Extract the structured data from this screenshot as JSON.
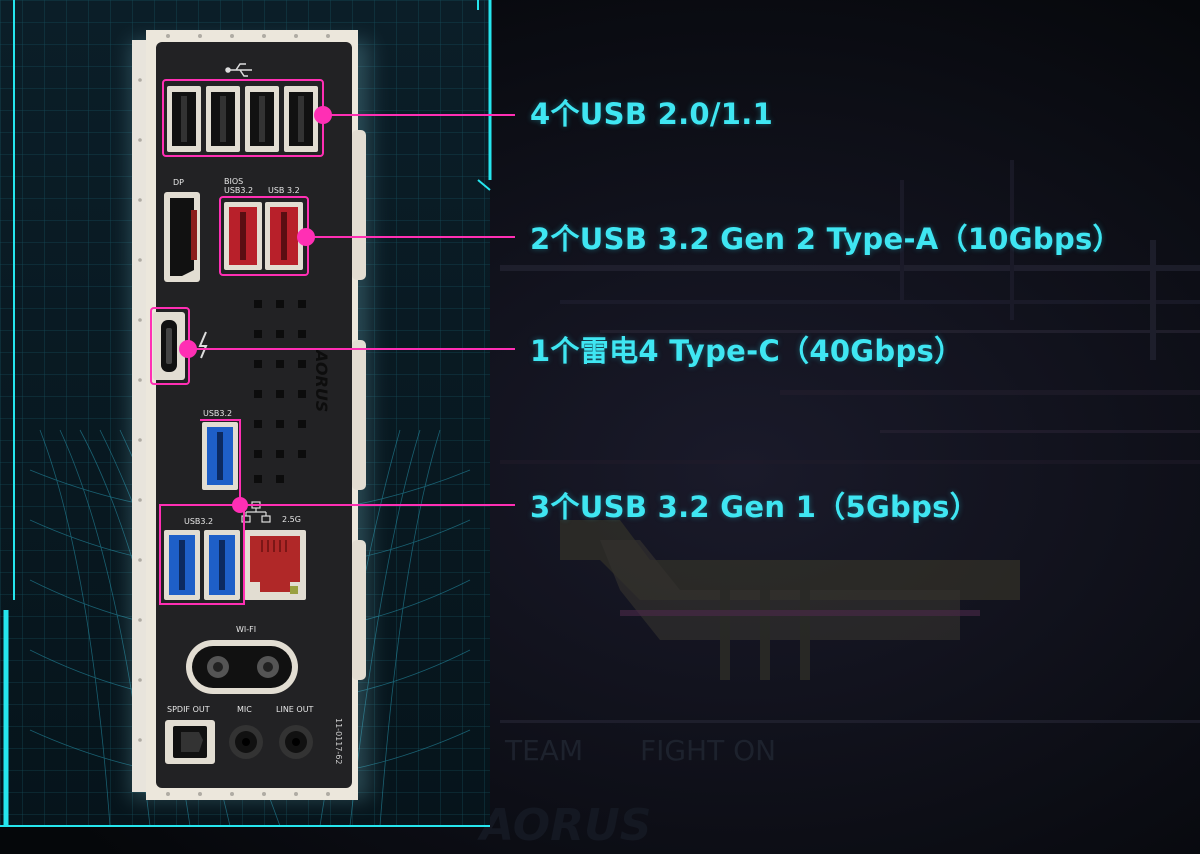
{
  "callouts": {
    "usb2": "4个USB 2.0/1.1",
    "usb32_gen2": "2个USB 3.2 Gen 2 Type-A（10Gbps）",
    "thunderbolt": "1个雷电4 Type-C（40Gbps）",
    "usb32_gen1": "3个USB 3.2 Gen 1（5Gbps）"
  },
  "panel_labels": {
    "dp": "DP",
    "bios": "BIOS",
    "bios_usb": "USB3.2",
    "usb32_right": "USB 3.2",
    "usb32_mid": "USB3.2",
    "usb32_low": "USB3.2",
    "lan": "2.5G",
    "wifi": "WI-FI",
    "spdif": "SPDIF OUT",
    "mic": "MIC",
    "line_out": "LINE OUT",
    "part_no": "11-0117-62",
    "brand": "AORUS"
  },
  "background_text": {
    "team": "TEAM",
    "fight": "FIGHT ON",
    "brand": "AORUS"
  },
  "colors": {
    "callout_text": "#3fe6f2",
    "callout_line": "#ff2fb4",
    "frame_cyan": "#25e6ee",
    "usb2_port": "#1a1a1a",
    "usb32_gen2_port": "#b8202a",
    "usb32_gen1_port": "#1e5fc8",
    "lan_port": "#b02828"
  }
}
